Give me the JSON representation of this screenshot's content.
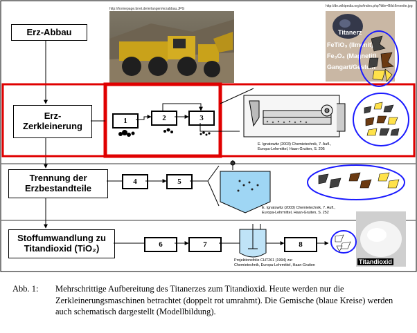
{
  "stages": {
    "s1": "Erz-Abbau",
    "s2": "Erz-Zerkleinerung",
    "s2_line1": "Erz-",
    "s2_line2": "Zerkleinerung",
    "s3_line1": "Trennung der",
    "s3_line2": "Erzbestandteile",
    "s4_line1": "Stoffumwandlung zu",
    "s4_line2": "Titandioxid (TiO₂)"
  },
  "urls": {
    "photo1": "http://homepage.bnet.de/erlangen/erzabbau.JPG",
    "photo2": "http://de.wikipedia.org/w/index.php?title=Bild:Ilmenite.jpg"
  },
  "titanerz": {
    "title": "Titanerz",
    "line1": "FeTiO₃ (Ilmenit)",
    "line2": "Fe₃O₄ (Magnetit)",
    "line3": "Gangart/Gestein"
  },
  "boxes": {
    "b1": "1",
    "b2": "2",
    "b3": "3",
    "b4": "4",
    "b5": "5",
    "b6": "6",
    "b7": "7",
    "b8": "8"
  },
  "citations": {
    "c1_line1": "E. Ignatowitz (2003) Chemietechnik, 7. Aufl.,",
    "c1_line2": "Europa-Lehrmittel, Haan-Gruiten, S. 205",
    "c2_line1": "E. Ignatowitz (2003) Chemietechnik, 7. Aufl.,",
    "c2_line2": "Europa-Lehrmittel, Haan-Gruiten, S. 252",
    "c3_line1": "Projektionsfolie CHT261 (1994) zur",
    "c3_line2": "Chemietechnik, Europa-Lehrmittel, Haan-Gruiten"
  },
  "product_label": "Titandioxid",
  "caption": {
    "number": "Abb. 1:",
    "text": "Mehrschrittige Aufbereitung des Titanerzes zum Titandioxid. Heute werden nur die Zerkleinerungsmaschinen betrachtet (doppelt rot umrahmt). Die Gemische (blaue Kreise) werden auch schematisch dargestellt (Modellbildung)."
  },
  "colors": {
    "highlight_red": "#e00000",
    "mixture_blue": "#1a1aff",
    "mineral_dark": "#404040",
    "mineral_brown": "#6b3a12",
    "mineral_yellow": "#ffe24a"
  }
}
